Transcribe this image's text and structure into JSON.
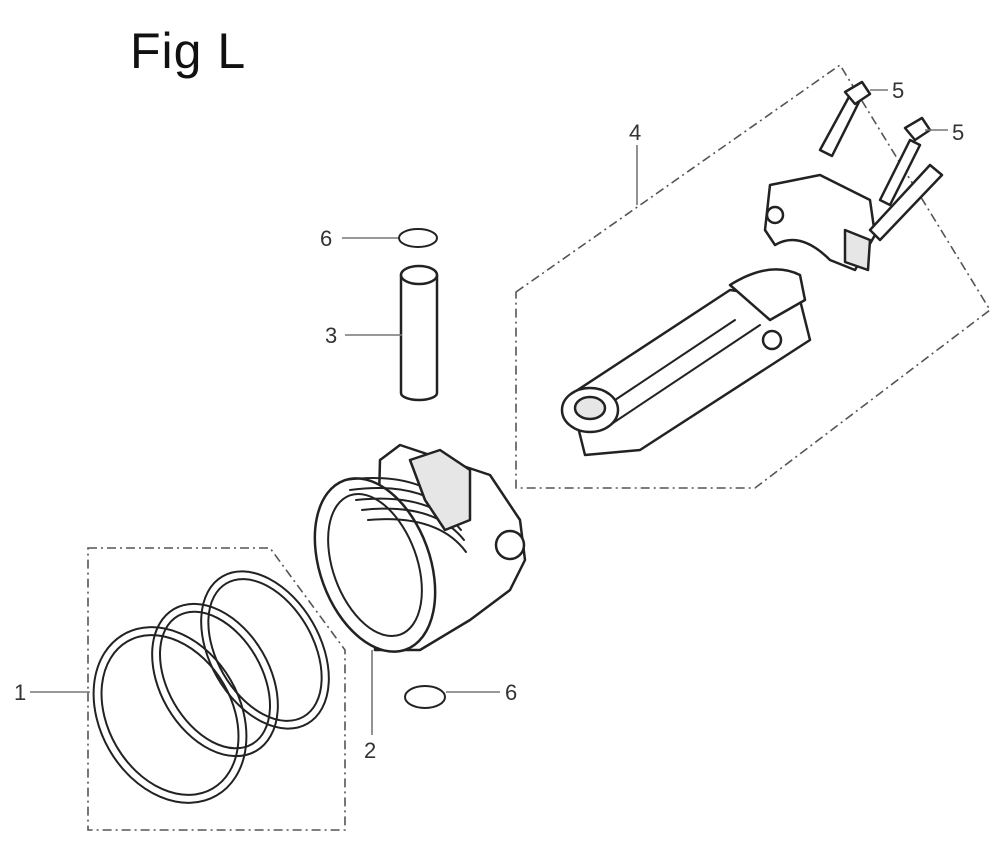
{
  "figure": {
    "title": "Fig L"
  },
  "callouts": {
    "part_1": "1",
    "part_2": "2",
    "part_3": "3",
    "part_4": "4",
    "part_5a": "5",
    "part_5b": "5",
    "part_6a": "6",
    "part_6b": "6"
  },
  "icons": [
    "piston-ring-set",
    "piston",
    "piston-pin",
    "connecting-rod-assembly",
    "rod-bolt",
    "pin-clip"
  ]
}
